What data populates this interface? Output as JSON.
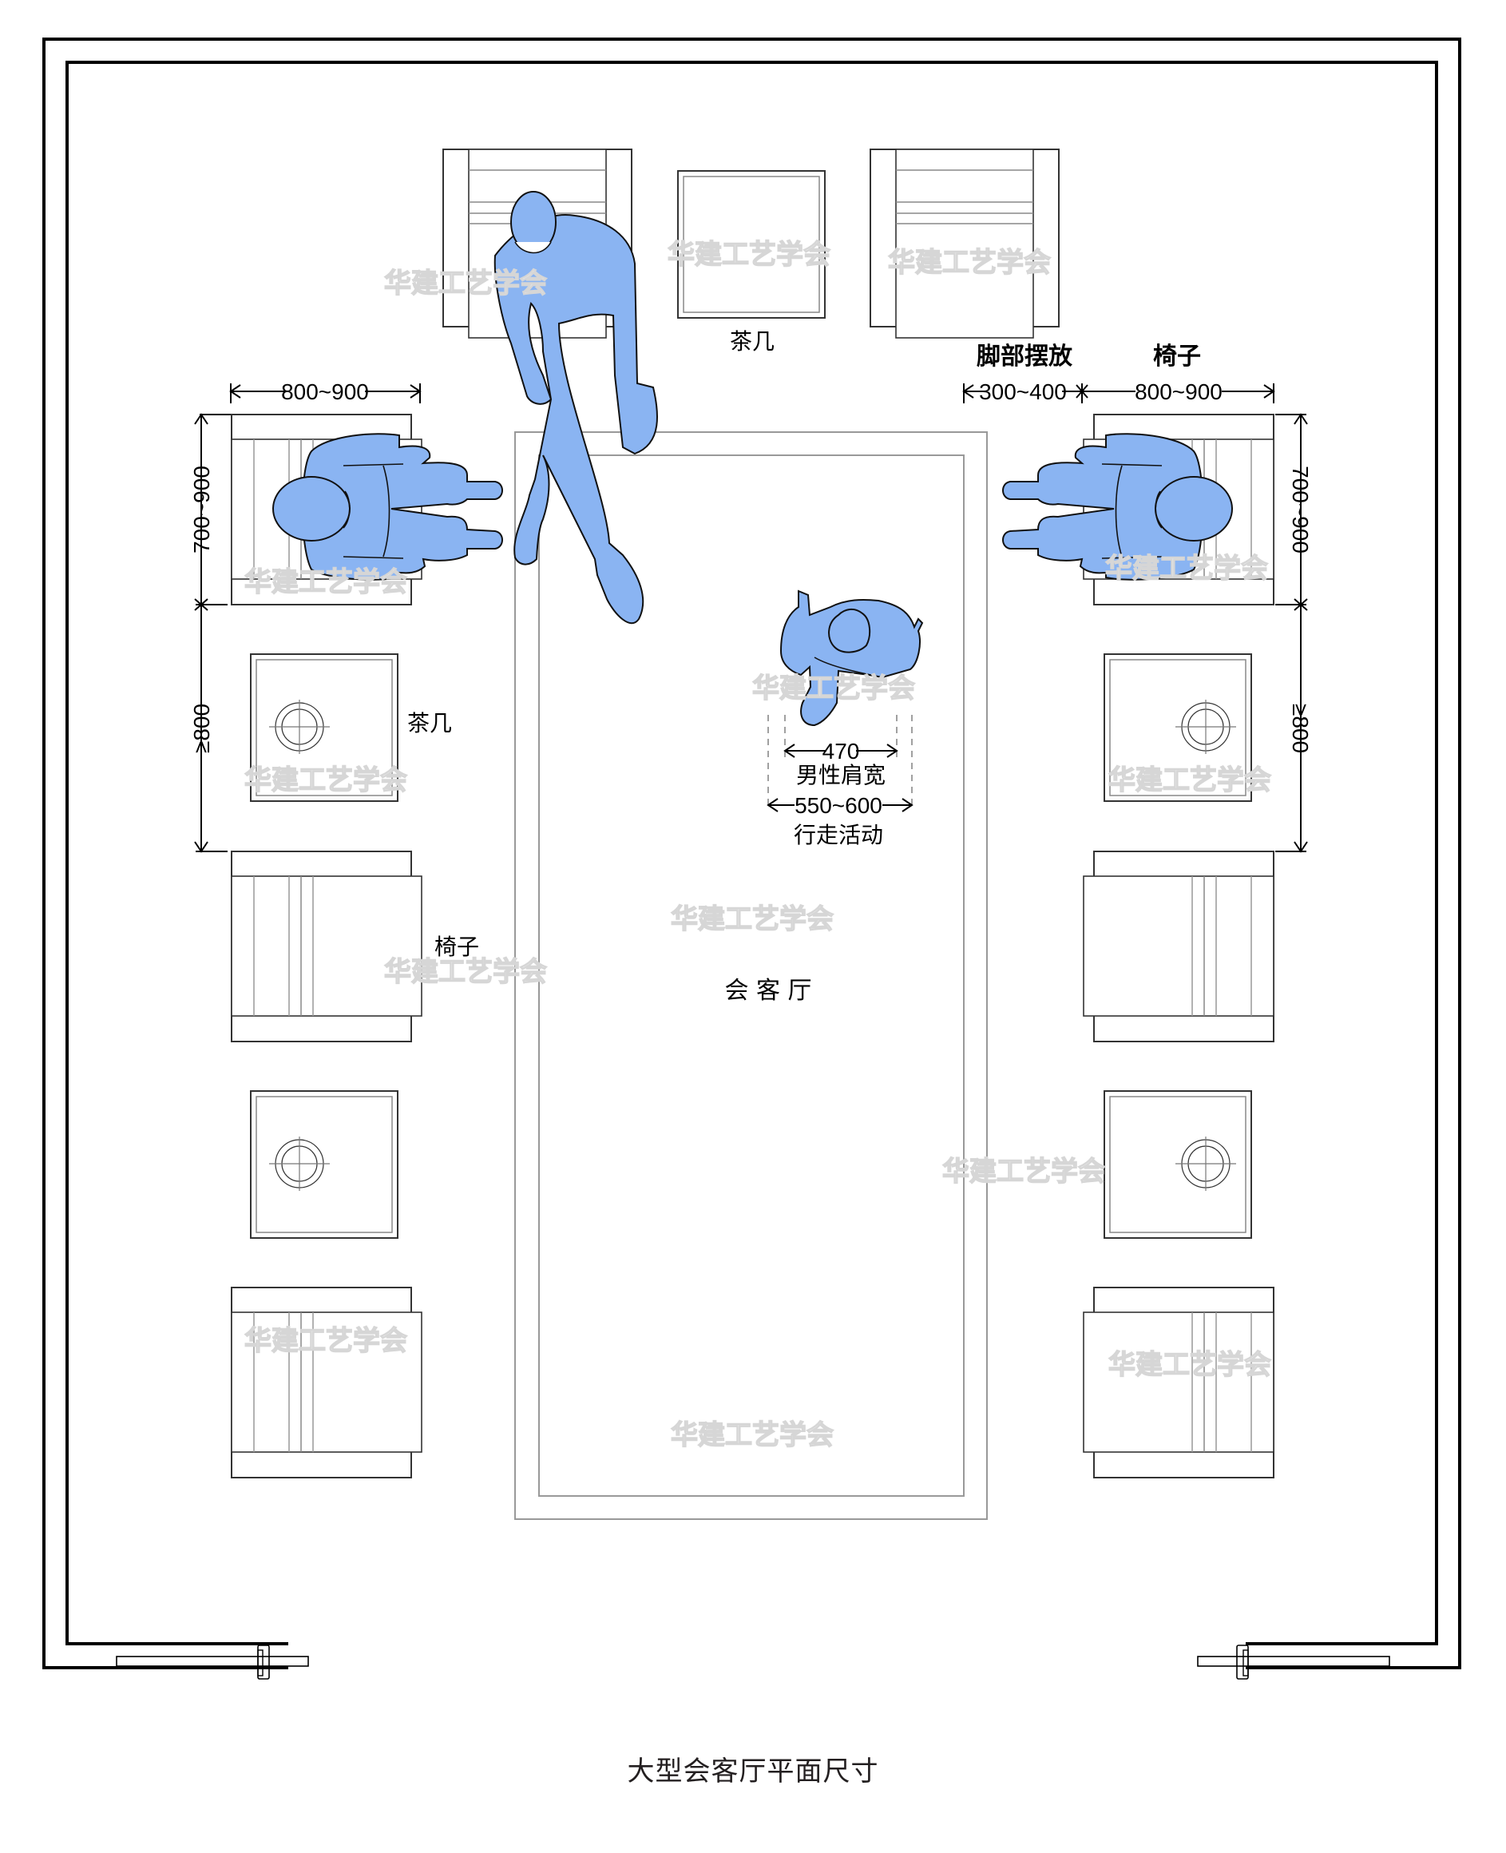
{
  "title": "大型会客厅平面尺寸",
  "room": {
    "label": "会 客 厅"
  },
  "labels": {
    "top_table": "茶几",
    "foot_placement": "脚部摆放",
    "chair_top_right": "椅子",
    "left_table": "茶几",
    "left_chair": "椅子",
    "shoulder_width": "男性肩宽",
    "walking_activity": "行走活动"
  },
  "dimensions": {
    "left_chair_width": "800~900",
    "left_chair_depth": "700~900",
    "left_spacing": "≥800",
    "foot_space": "300~400",
    "right_chair_width": "800~900",
    "right_chair_depth": "700~900",
    "right_spacing": "≥800",
    "shoulder": "470",
    "walking": "550~600"
  },
  "watermark": "华建工艺学会",
  "colors": {
    "figure_fill": "#8AB4F2",
    "line": "#000000",
    "thin_line": "#555555",
    "rug_line": "#888888",
    "watermark_stroke": "#d6d6d6"
  }
}
